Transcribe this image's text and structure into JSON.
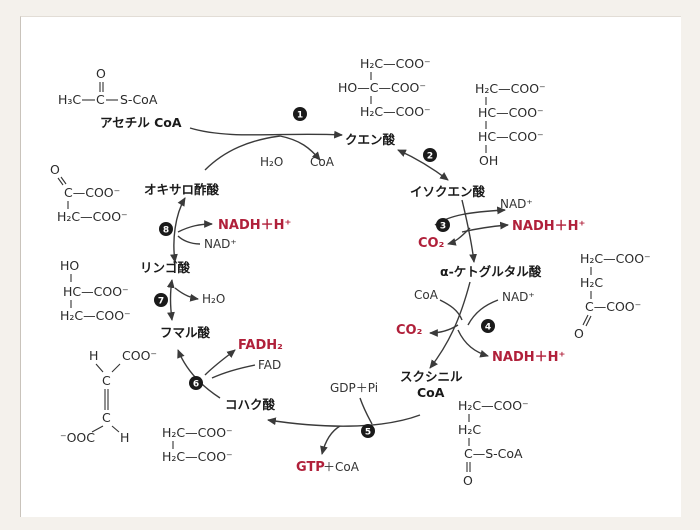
{
  "nodes": {
    "acetyl": "アセチル CoA",
    "citrate": "クエン酸",
    "isocitrate": "イソクエン酸",
    "akg": "α-ケトグルタル酸",
    "succoa_1": "スクシニル",
    "succoa_2": "CoA",
    "succinate": "コハク酸",
    "fumarate": "フマル酸",
    "malate": "リンゴ酸",
    "oxaloacetate": "オキサロ酢酸"
  },
  "cofactors": {
    "h2o_1": "H₂O",
    "coa_1": "CoA",
    "nad_3": "NAD⁺",
    "nadh_3": "NADH＋H⁺",
    "co2_3": "CO₂",
    "coa_4": "CoA",
    "nad_4": "NAD⁺",
    "co2_4": "CO₂",
    "nadh_4": "NADH＋H⁺",
    "gdp_5": "GDP＋Pi",
    "gtp_5": "GTP",
    "gtp_coa": "＋CoA",
    "fadh2_6": "FADH₂",
    "fad_6": "FAD",
    "h2o_7": "H₂O",
    "nadh_8": "NADH＋H⁺",
    "nad_8": "NAD⁺"
  },
  "steps": [
    "1",
    "2",
    "3",
    "4",
    "5",
    "6",
    "7",
    "8"
  ],
  "structures": {
    "acetyl": {
      "carbonyl_o": "O",
      "c": "C",
      "line": "H₃C—C—S-CoA",
      "ch3": "H₃C",
      "scoa": "S-CoA"
    },
    "citrate": [
      "H₂C—COO⁻",
      "HO—C—COO⁻",
      "H₂C—COO⁻"
    ],
    "isocitrate": [
      "H₂C—COO⁻",
      "HC—COO⁻",
      "HC—COO⁻",
      "OH"
    ],
    "akg": [
      "H₂C—COO⁻",
      "H₂C",
      "C—COO⁻",
      "O"
    ],
    "succoa": [
      "H₂C—COO⁻",
      "H₂C",
      "C—S-CoA",
      "O"
    ],
    "succinate": [
      "H₂C—COO⁻",
      "H₂C—COO⁻"
    ],
    "fumarate": [
      "H",
      "C—COO⁻",
      "⁻OOC—C",
      "H",
      "COO⁻",
      "⁻OOC"
    ],
    "malate": [
      "HO",
      "HC—COO⁻",
      "H₂C—COO⁻"
    ],
    "oxaloacetate": [
      "O",
      "C—COO⁻",
      "H₂C—COO⁻"
    ]
  },
  "colors": {
    "accent_red": "#b0203a",
    "text": "#1a1a1a",
    "background": "#ffffff"
  }
}
